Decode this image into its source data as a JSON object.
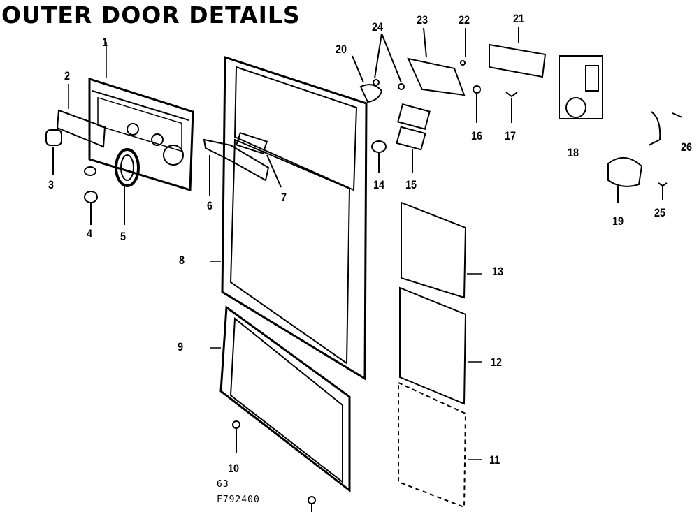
{
  "title": "OUTER DOOR DETAILS",
  "callouts": [
    "1",
    "2",
    "3",
    "4",
    "5",
    "6",
    "7",
    "8",
    "9",
    "10",
    "11",
    "12",
    "13",
    "14",
    "15",
    "16",
    "17",
    "18",
    "19",
    "20",
    "21",
    "22",
    "23",
    "24",
    "25",
    "26"
  ],
  "footer": {
    "line1": "63",
    "line2": "F792400"
  }
}
